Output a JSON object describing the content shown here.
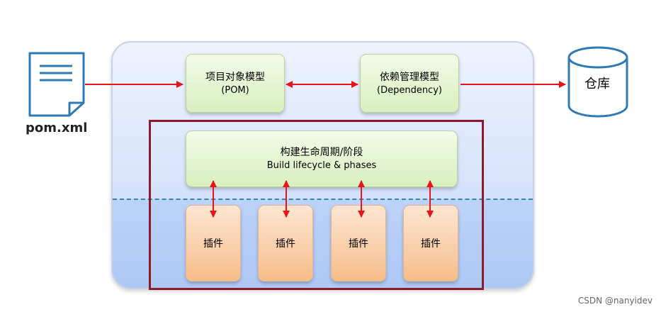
{
  "diagram": {
    "input_file": {
      "label": "pom.xml",
      "icon": "document-icon"
    },
    "pom_model": {
      "title": "项目对象模型",
      "subtitle": "(POM)"
    },
    "dependency_model": {
      "title": "依赖管理模型",
      "subtitle": "(Dependency)"
    },
    "repository": {
      "label": "仓库",
      "icon": "database-icon"
    },
    "lifecycle": {
      "title": "构建生命周期/阶段",
      "subtitle": "Build lifecycle & phases"
    },
    "plugins": [
      {
        "label": "插件"
      },
      {
        "label": "插件"
      },
      {
        "label": "插件"
      },
      {
        "label": "插件"
      }
    ],
    "colors": {
      "arrow": "#e8141a",
      "frame": "#8b1b2c",
      "divider": "#2e86a8",
      "icon_stroke": "#2f79b5"
    }
  },
  "watermark": "CSDN @nanyidev"
}
